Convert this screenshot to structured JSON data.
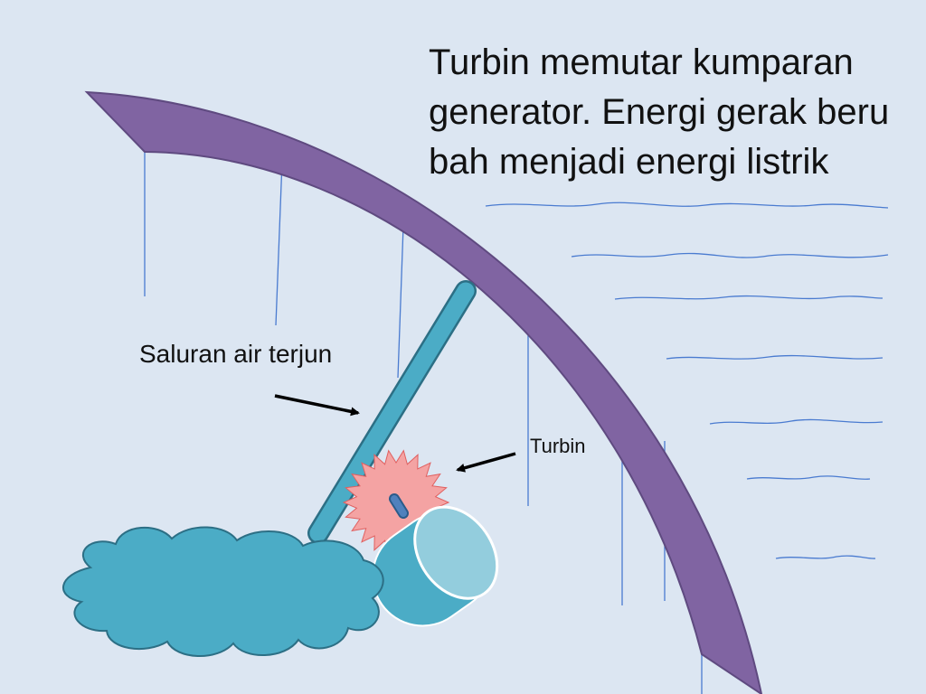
{
  "slide": {
    "title_lines": [
      "Turbin memutar kumparan",
      "generator. Energi gerak beru",
      "bah menjadi energi listrik"
    ],
    "labels": {
      "channel": "Saluran air terjun",
      "turbine": "Turbin"
    }
  },
  "colors": {
    "background": "#dce6f2",
    "dam": "#8064a2",
    "pipe": "#4bacc6",
    "cloud_pool": "#4bacc6",
    "turbine_gear": "#f4a3a3",
    "rain_lines": "#4a7bd0",
    "arrows": "#000000"
  }
}
